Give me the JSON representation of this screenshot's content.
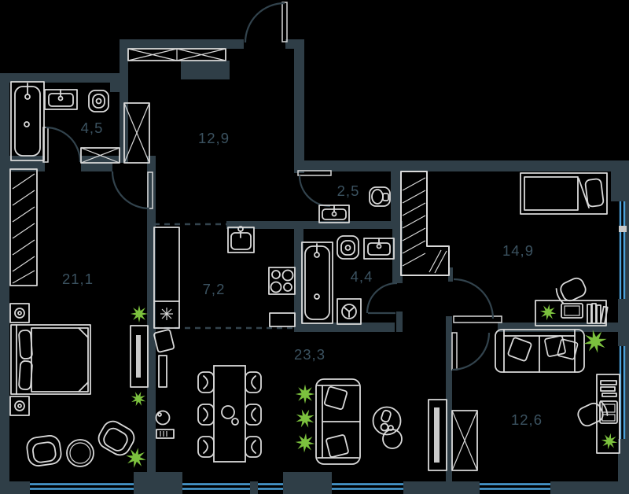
{
  "plan": {
    "type": "apartment-floor-plan",
    "rooms": [
      {
        "name": "bathroom-ensuite",
        "area": "4,5"
      },
      {
        "name": "entry-hall",
        "area": "12,9"
      },
      {
        "name": "wc",
        "area": "2,5"
      },
      {
        "name": "bedroom-master",
        "area": "21,1"
      },
      {
        "name": "kitchen",
        "area": "7,2"
      },
      {
        "name": "bathroom",
        "area": "4,4"
      },
      {
        "name": "bedroom",
        "area": "14,9"
      },
      {
        "name": "living-dining",
        "area": "23,3"
      },
      {
        "name": "bedroom-small",
        "area": "12,6"
      }
    ],
    "colors": {
      "background": "#000000",
      "wall": "#2f3e47",
      "furniture_line": "#d9d9d9",
      "furniture_fill_light": "#c9c9c9",
      "label_text": "#3b5260",
      "window_blue": "#4ba1da",
      "plant_green": "#7cc13e",
      "door_arc": "#32434d"
    },
    "icons": [
      "bathtub-icon",
      "sink-icon",
      "toilet-icon",
      "washing-machine-icon",
      "wardrobe-x-icon",
      "closet-hatch-icon",
      "fridge-snowflake-icon",
      "stove-icon",
      "kitchen-sink-icon",
      "double-bed-icon",
      "single-bed-icon",
      "nightstand-lamp-icon",
      "armchair-icon",
      "round-table-icon",
      "mirror-unit-icon",
      "tv-icon",
      "record-player-icon",
      "dining-table-icon",
      "dining-chair-icon",
      "teapot-icon",
      "sofa-icon",
      "pillow-icon",
      "side-table-icon",
      "desk-icon",
      "laptop-icon",
      "books-icon",
      "desk-chair-icon",
      "plant-icon",
      "door-arc-icon",
      "window-icon",
      "shaft-hatch-icon",
      "entrance-door-icon"
    ]
  }
}
